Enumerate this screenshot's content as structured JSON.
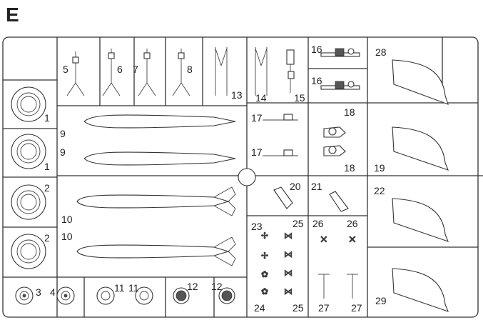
{
  "sheet_letter": "E",
  "labels": {
    "p1a": "1",
    "p1b": "1",
    "p2a": "2",
    "p2b": "2",
    "p3": "3",
    "p4": "4",
    "p5": "5",
    "p6": "6",
    "p7": "7",
    "p8": "8",
    "p9a": "9",
    "p9b": "9",
    "p10a": "10",
    "p10b": "10",
    "p11a": "11",
    "p11b": "11",
    "p12a": "12",
    "p12b": "12",
    "p13": "13",
    "p14": "14",
    "p15": "15",
    "p16a": "16",
    "p16b": "16",
    "p17a": "17",
    "p17b": "17",
    "p18a": "18",
    "p18b": "18",
    "p19": "19",
    "p20": "20",
    "p21": "21",
    "p22": "22",
    "p23": "23",
    "p24": "24",
    "p25a": "25",
    "p25b": "25",
    "p26a": "26",
    "p26b": "26",
    "p27a": "27",
    "p27b": "27",
    "p28": "28",
    "p29": "29"
  }
}
